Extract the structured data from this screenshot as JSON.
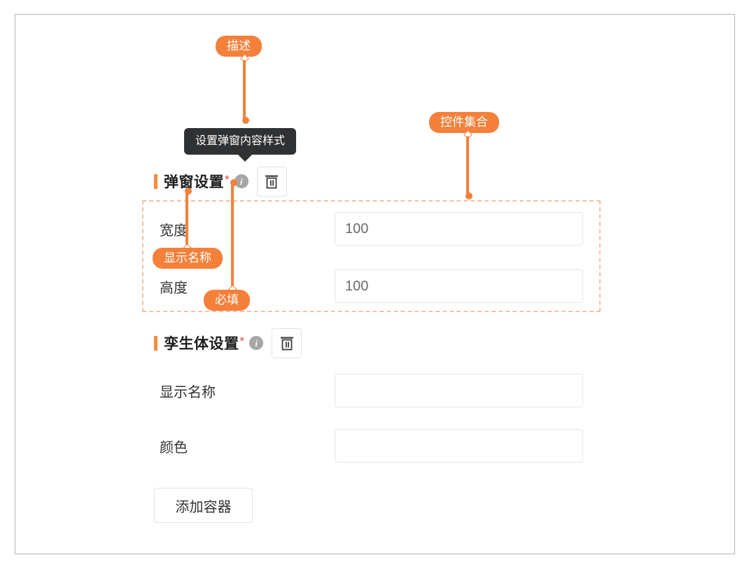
{
  "page": {
    "title": "弹窗设置表单标注图",
    "accent_color": "#f4803a",
    "dashed_border_color": "#f7c0a8",
    "tooltip_bg": "#303133",
    "required_star_color": "#f04040"
  },
  "sections": [
    {
      "id": "popup-settings",
      "title": "弹窗设置",
      "required_mark": "*",
      "info_icon": "info-icon",
      "delete_icon": "trash-icon",
      "tooltip": "设置弹窗内容样式",
      "fields": [
        {
          "label": "宽度",
          "value": "100",
          "placeholder": ""
        },
        {
          "label": "高度",
          "value": "100",
          "placeholder": ""
        }
      ]
    },
    {
      "id": "twin-settings",
      "title": "孪生体设置",
      "required_mark": "*",
      "info_icon": "info-icon",
      "delete_icon": "trash-icon",
      "fields": [
        {
          "label": "显示名称",
          "value": "",
          "placeholder": ""
        },
        {
          "label": "颜色",
          "value": "",
          "placeholder": ""
        }
      ]
    }
  ],
  "actions": {
    "add_container_label": "添加容器"
  },
  "annotations": [
    {
      "id": "desc",
      "label": "描述"
    },
    {
      "id": "widget-collection",
      "label": "控件集合"
    },
    {
      "id": "display-name",
      "label": "显示名称"
    },
    {
      "id": "required",
      "label": "必填"
    }
  ]
}
